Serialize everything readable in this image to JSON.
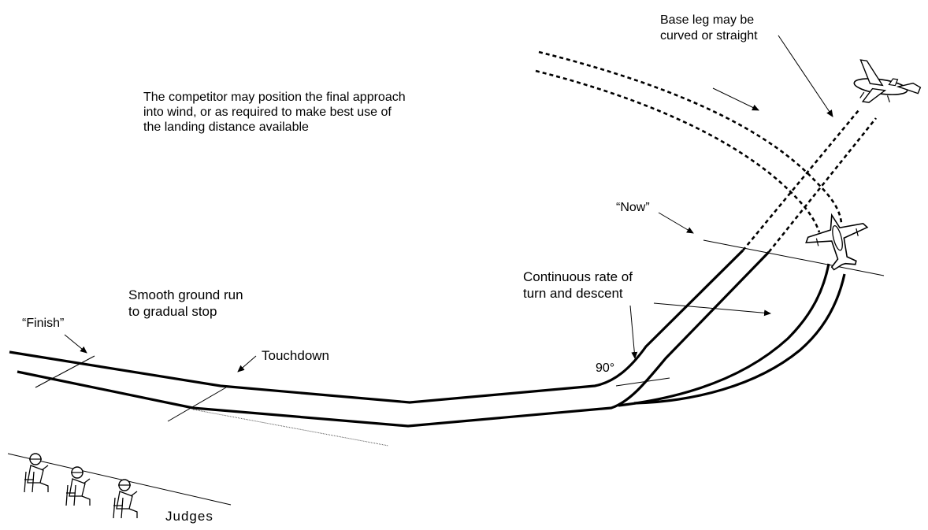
{
  "labels": {
    "base_leg": "Base leg may be\ncurved or straight",
    "competitor_note": "The competitor may position the final approach\n into wind, or as required to make best use of\n the landing distance available",
    "now": "“Now”",
    "continuous": "Continuous rate of\nturn and descent",
    "smooth_run": "Smooth ground run\nto gradual stop",
    "finish": "“Finish”",
    "touchdown": "Touchdown",
    "angle_90": "90°",
    "judges": "Judges"
  },
  "colors": {
    "ink": "#000000",
    "background": "#ffffff"
  },
  "icons": [
    "aircraft-icon",
    "judge-icon"
  ]
}
